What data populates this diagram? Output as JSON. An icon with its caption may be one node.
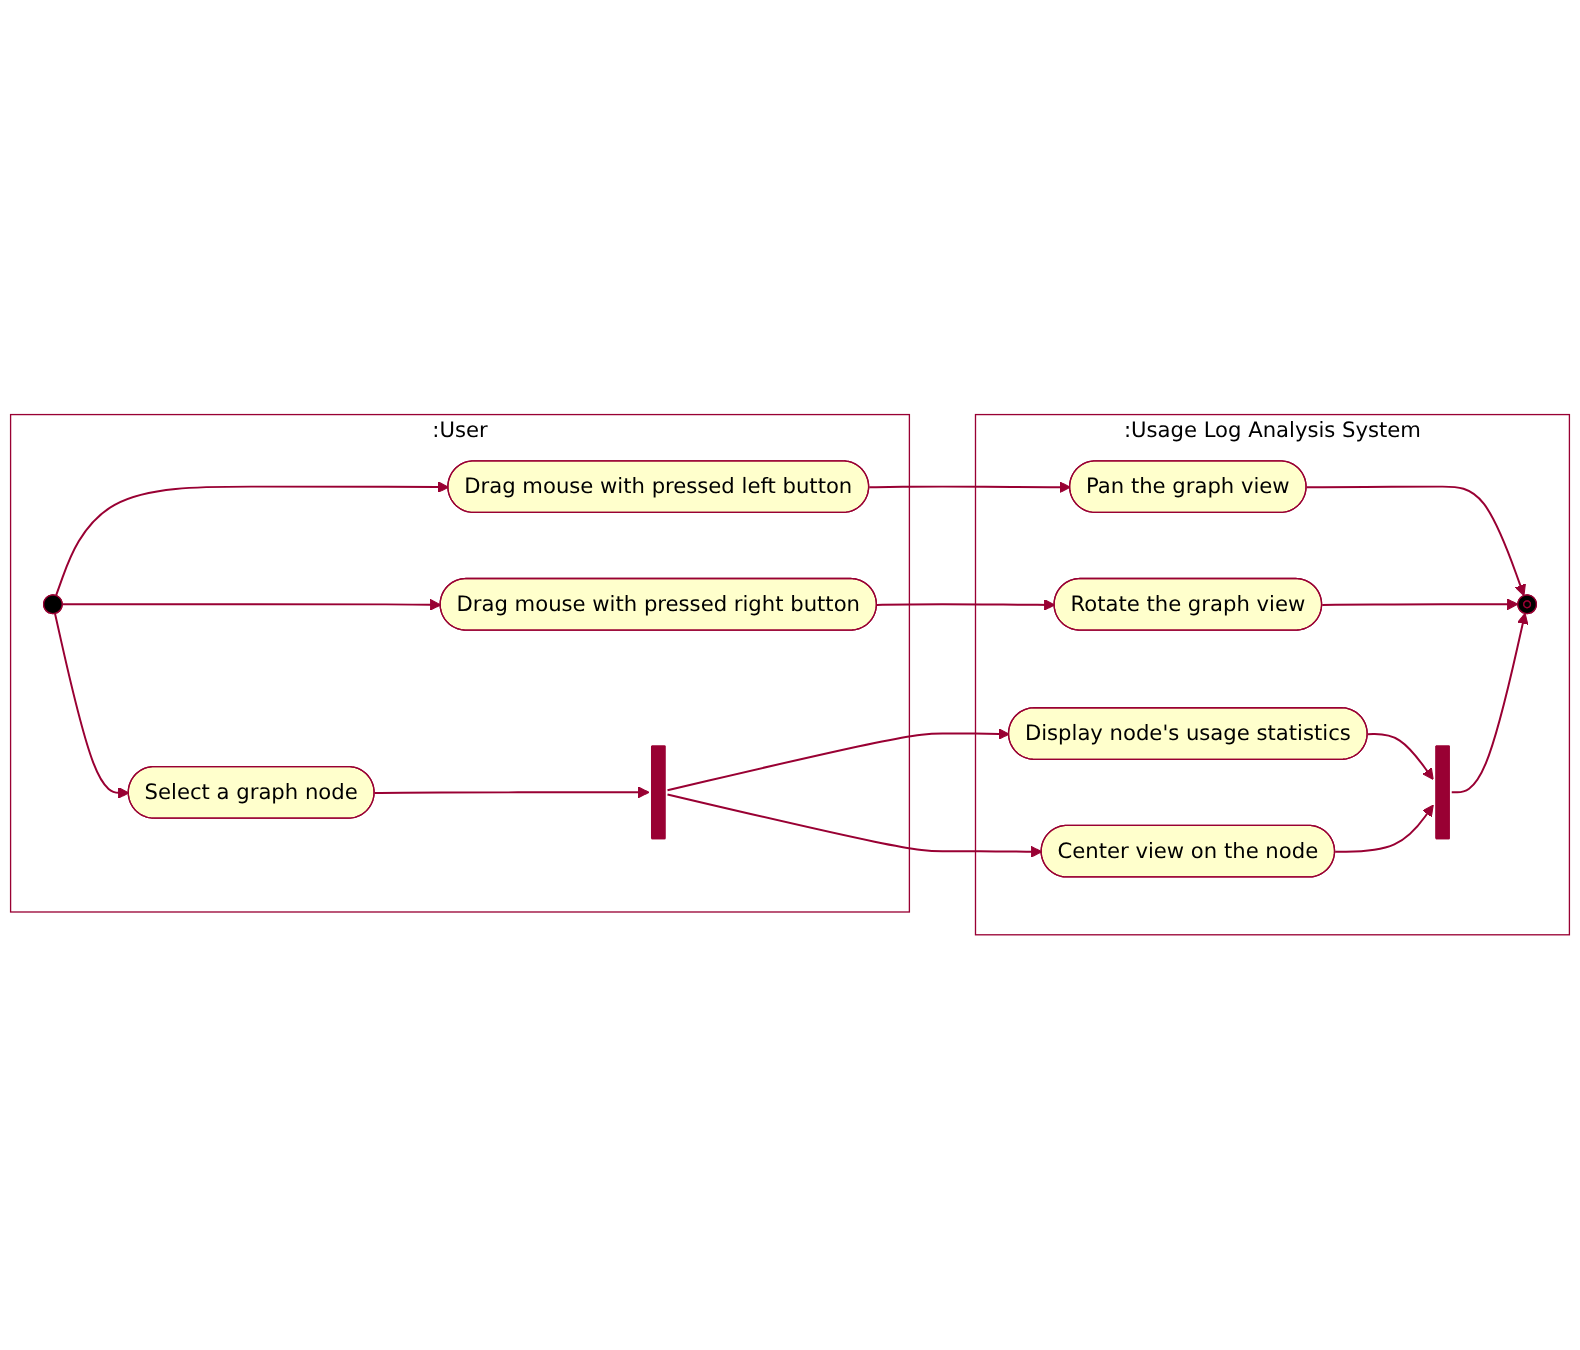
{
  "diagram": {
    "nodes": [
      {
        "text": [
          ":User"
        ]
      },
      {
        "text": [
          ":Usage Log Analysis System"
        ]
      },
      {
        "text": [],
        "shape": "circle",
        "in": 0
      },
      {
        "text": [
          "Select a graph node"
        ],
        "in": 0
      },
      {
        "text": [],
        "shape": "bar",
        "in": 0
      },
      {
        "text": [
          "Drag mouse with pressed left button"
        ],
        "in": 0
      },
      {
        "text": [
          "Drag mouse with pressed right button"
        ],
        "in": 0
      },
      {
        "text": [
          "Display node's usage statistics"
        ],
        "in": 1
      },
      {
        "text": [
          "Center view on the node"
        ],
        "in": 1
      },
      {
        "text": [],
        "shape": "bar",
        "in": 1
      },
      {
        "text": [
          "Pan the graph view"
        ],
        "in": 1
      },
      {
        "text": [
          "Rotate the graph view"
        ],
        "in": 1
      },
      {
        "text": [],
        "shape": "circle",
        "in": 1
      }
    ],
    "edges": [
      {
        "from": 2,
        "to": 3,
        "arrow": "to"
      },
      {
        "from": 2,
        "to": 5,
        "arrow": "to"
      },
      {
        "from": 2,
        "to": 6,
        "arrow": "to"
      },
      {
        "from": 3,
        "to": 4,
        "arrow": "to"
      },
      {
        "from": 4,
        "to": 7,
        "arrow": "to"
      },
      {
        "from": 4,
        "to": 8,
        "arrow": "to"
      },
      {
        "from": 7,
        "to": 9,
        "arrow": "to"
      },
      {
        "from": 8,
        "to": 9,
        "arrow": "to"
      },
      {
        "from": 5,
        "to": 10,
        "arrow": "to"
      },
      {
        "from": 6,
        "to": 11,
        "arrow": "to"
      },
      {
        "from": 10,
        "to": 12,
        "arrow": "to"
      },
      {
        "from": 11,
        "to": 12,
        "arrow": "to"
      },
      {
        "from": 9,
        "to": 12,
        "arrow": "to"
      }
    ]
  }
}
